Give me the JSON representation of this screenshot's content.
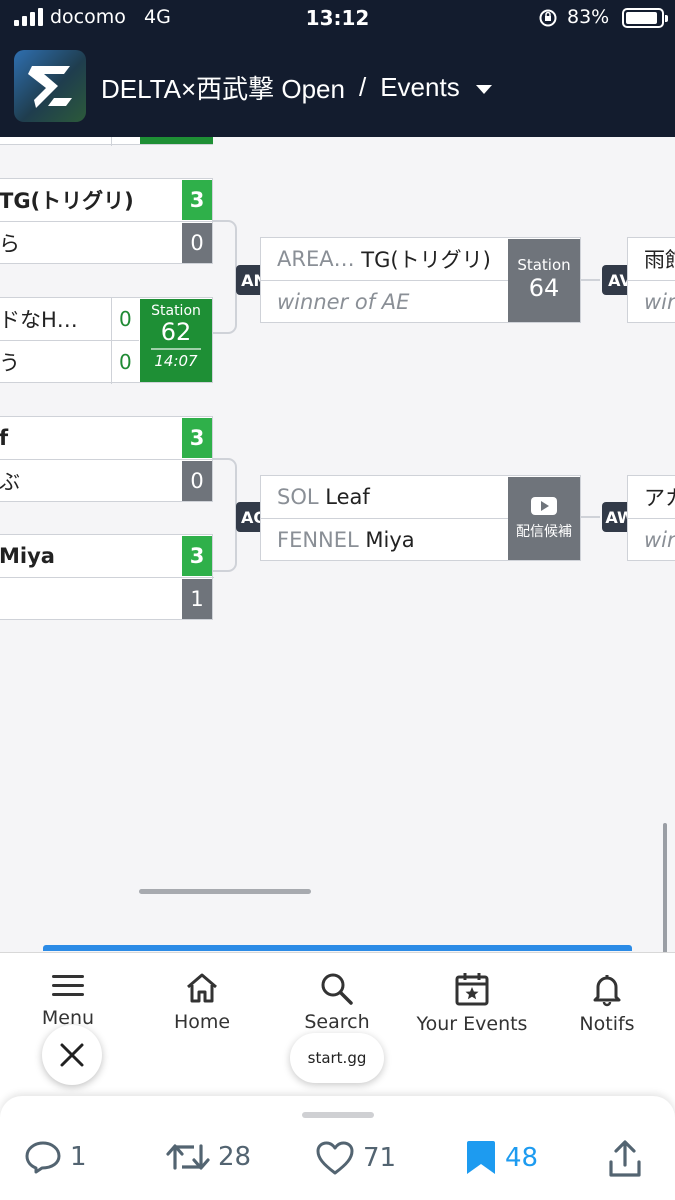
{
  "status_bar": {
    "carrier": "docomo",
    "network": "4G",
    "time": "13:12",
    "battery": "83%"
  },
  "header": {
    "title": "DELTA×西武撃 Open",
    "separator": "/",
    "section": "Events"
  },
  "bracket": {
    "left_matches": [
      {
        "p1": "TG(トリグリ)",
        "s1": "3",
        "p2": "ら",
        "s2": "0"
      },
      {
        "p1": "ドなH…",
        "s1": "0",
        "p2": "う",
        "s2": "0",
        "station_label": "Station",
        "station_num": "62",
        "station_time": "14:07"
      },
      {
        "p1": "f",
        "s1": "3",
        "p2": "ぶ",
        "s2": "0"
      },
      {
        "p1": "Miya",
        "s1": "3",
        "p2": "",
        "s2": "1"
      }
    ],
    "an": {
      "id": "AN",
      "p1_prefix": "AREA…",
      "p1_name": "TG(トリグリ)",
      "p2": "winner of AE",
      "station_label": "Station",
      "station_num": "64"
    },
    "ao": {
      "id": "AO",
      "p1_prefix": "SOL",
      "p1_name": "Leaf",
      "p2_prefix": "FENNEL",
      "p2_name": "Miya",
      "stream_label": "配信候補"
    },
    "av": {
      "id": "AV",
      "p1": "雨館",
      "p2": "winner"
    },
    "aw": {
      "id": "AW",
      "p1": "アカ",
      "p2": "winner"
    }
  },
  "nav": {
    "menu": "Menu",
    "home": "Home",
    "search": "Search",
    "your_events": "Your Events",
    "notifs": "Notifs"
  },
  "site_pill": "start.gg",
  "social": {
    "replies": "1",
    "retweets": "28",
    "likes": "71",
    "bookmarks": "48"
  }
}
